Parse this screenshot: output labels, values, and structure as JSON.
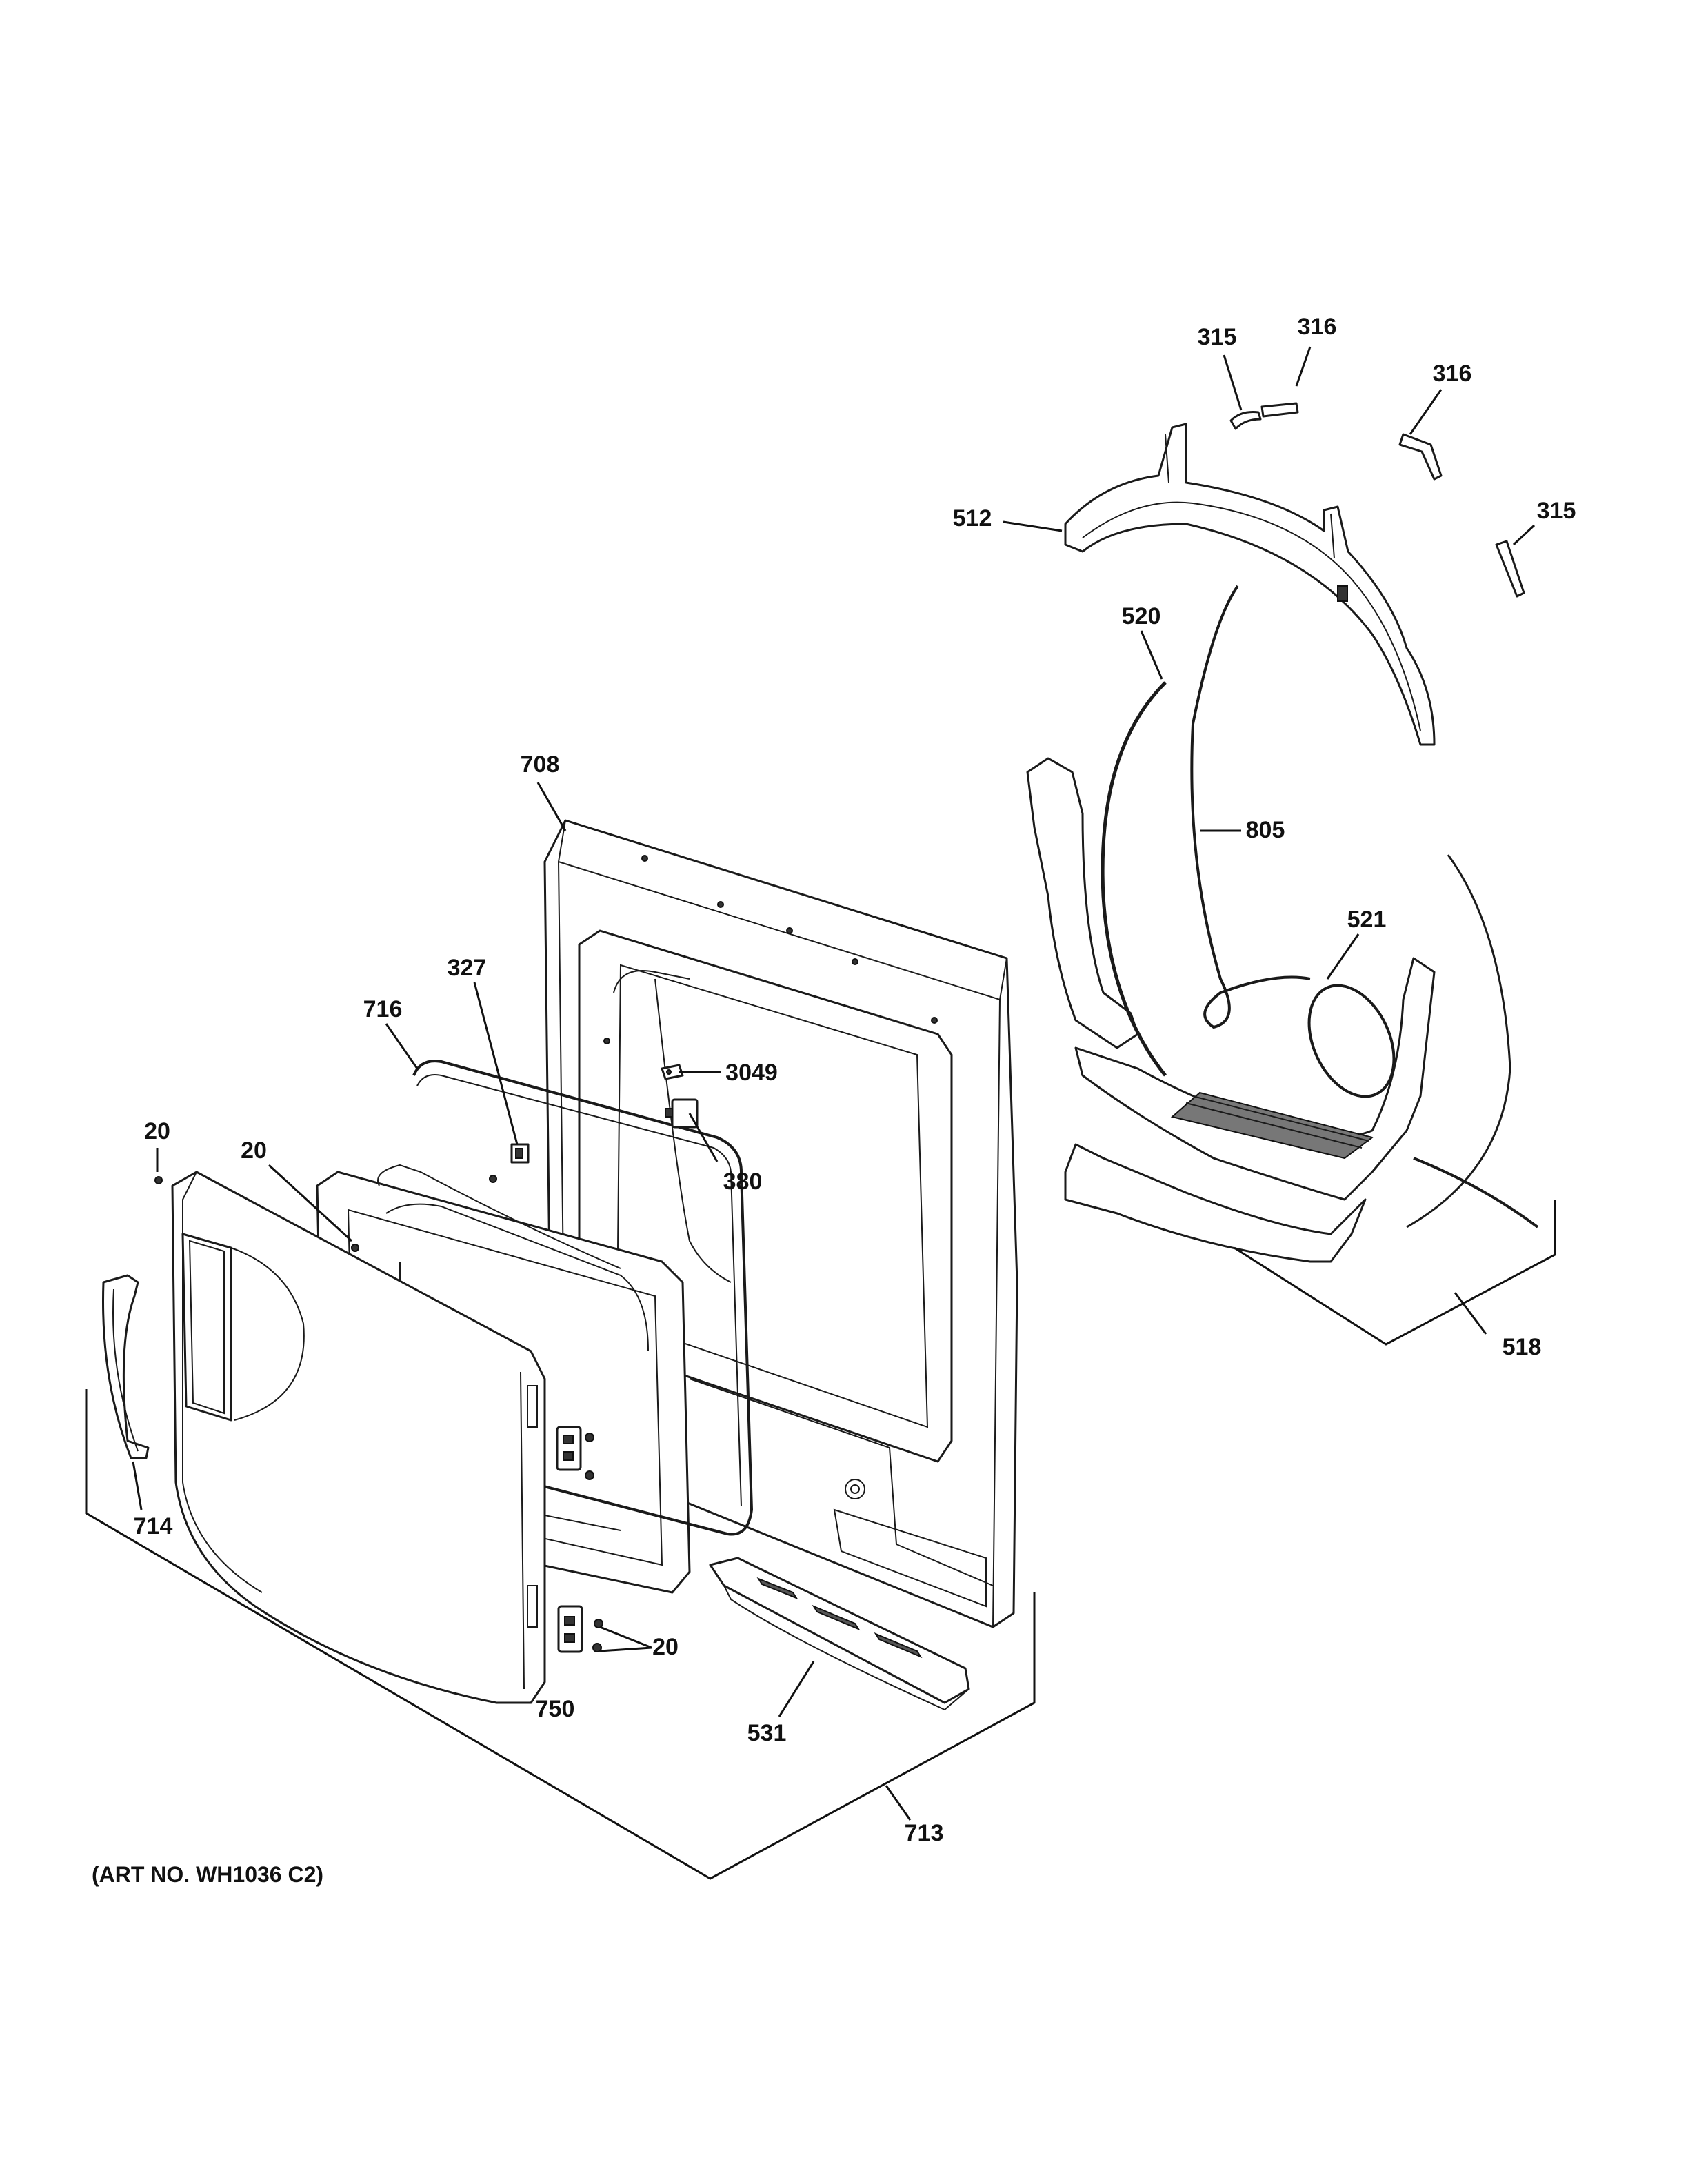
{
  "callouts": {
    "p315a": "315",
    "p316a": "316",
    "p316b": "316",
    "p315b": "315",
    "p512": "512",
    "p520": "520",
    "p805": "805",
    "p521": "521",
    "p518": "518",
    "p708": "708",
    "p327": "327",
    "p716": "716",
    "p3049": "3049",
    "p380": "380",
    "p20a": "20",
    "p20b": "20",
    "p20c": "20",
    "p714": "714",
    "p750": "750",
    "p531": "531",
    "p713": "713"
  },
  "art_number": "(ART NO. WH1036 C2)",
  "colors": {
    "line": "#111111",
    "background": "#ffffff"
  }
}
